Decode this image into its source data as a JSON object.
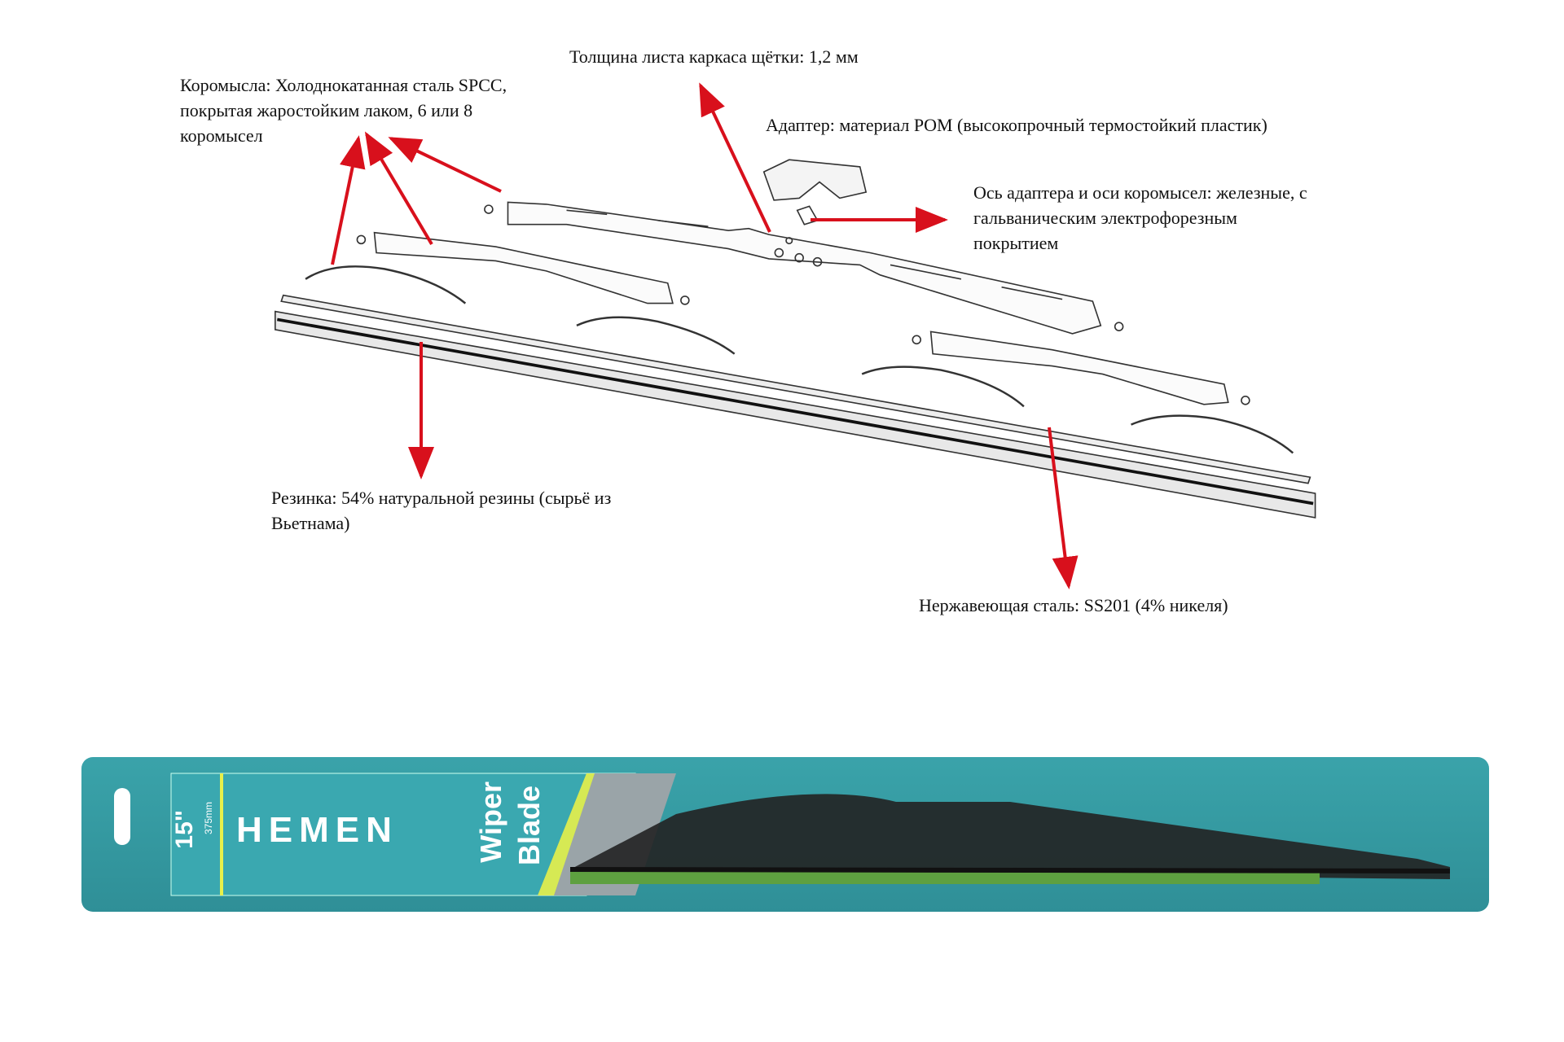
{
  "annotations": {
    "frame_thickness": "Толщина листа каркаса щётки: 1,2 мм",
    "rocker_arms": [
      "Коромысла: Холоднокатанная сталь SPCC,",
      "покрытая жаростойким лаком, 6 или 8",
      "коромысел"
    ],
    "adapter": "Адаптер: материал POM (высокопрочный термостойкий пластик)",
    "axles": [
      "Ось адаптера и оси коромысел: железные, с",
      "гальваническим электрофорезным",
      "покрытием"
    ],
    "rubber": [
      "Резинка: 54% натуральной резины (сырьё из",
      "Вьетнама)"
    ],
    "stainless": "Нержавеющая сталь: SS201 (4% никеля)"
  },
  "package": {
    "brand": "HEMEN",
    "size": "15\"",
    "size_mm": "375mm",
    "product_line1": "Wiper",
    "product_line2": "Blade",
    "colors": {
      "teal": "#3aa3aa",
      "yellow": "#e8f04a",
      "arrow": "#d8101c"
    }
  }
}
